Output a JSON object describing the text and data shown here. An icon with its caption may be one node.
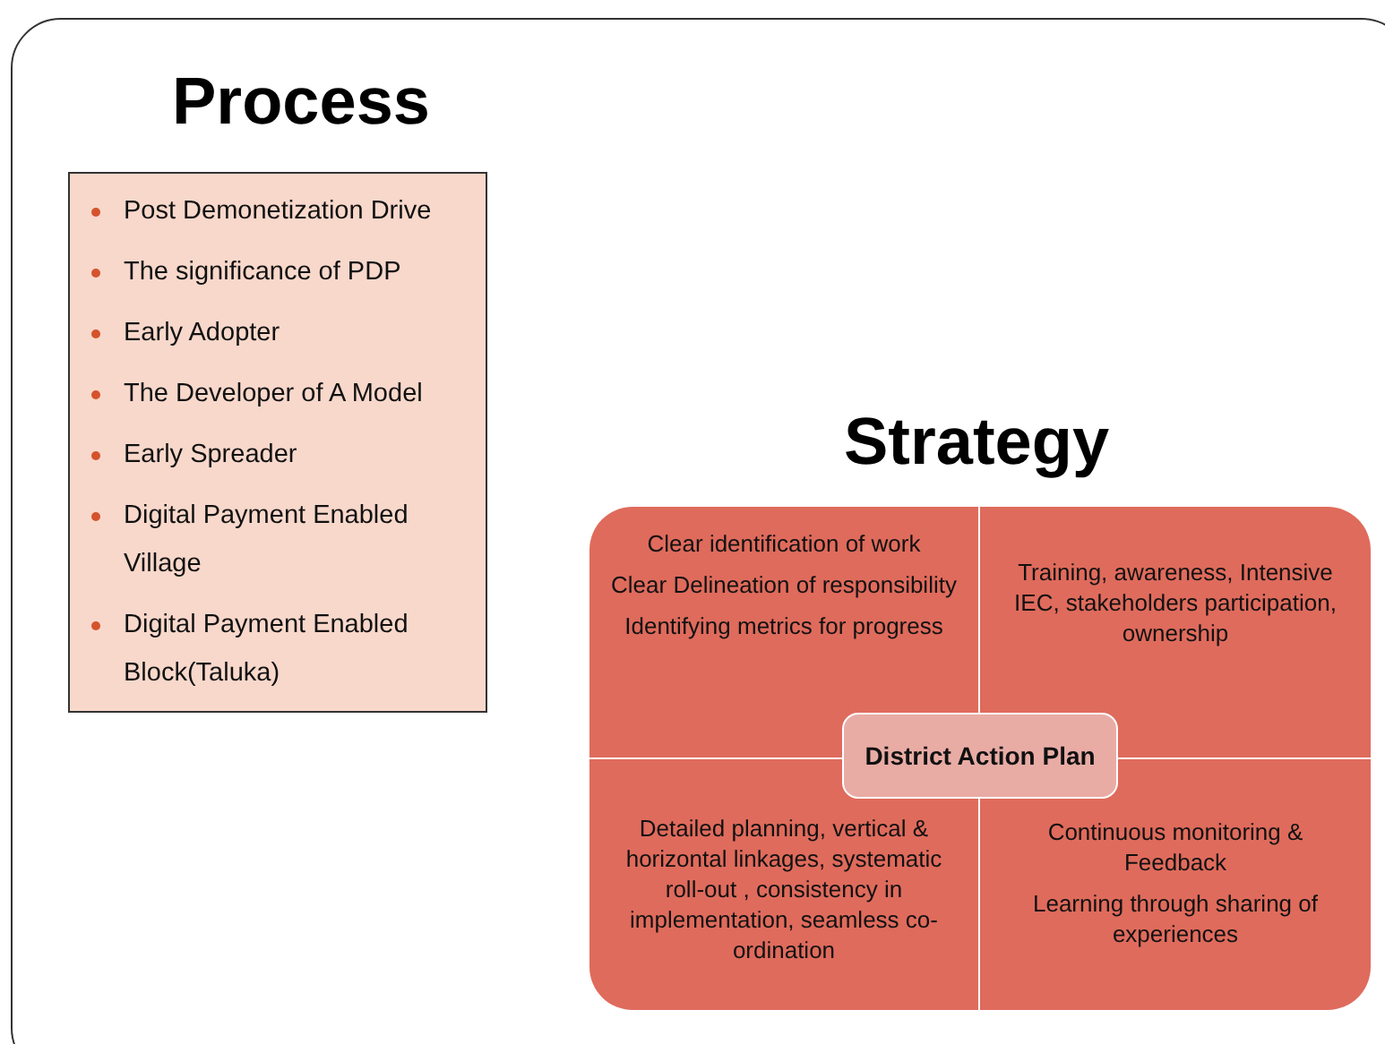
{
  "diagram": {
    "nodes": [
      {
        "text": [
          "Post Demonetization Drive",
          "The significance of PDP",
          "Early Adopter",
          "The Developer of A Model",
          "Early Spreader",
          "Digital Payment Enabled Village",
          "Digital Payment Enabled Block(Taluka)"
        ]
      },
      {
        "text": [
          "Clear identification of work",
          "Clear Delineation of responsibility",
          "Identifying metrics for progress"
        ]
      },
      {
        "text": [
          "Training, awareness, Intensive IEC, stakeholders participation, ownership"
        ]
      },
      {
        "text": [
          "Detailed planning, vertical & horizontal linkages, systematic roll-out , consistency in implementation, seamless co-ordination"
        ]
      },
      {
        "text": [
          "Continuous monitoring & Feedback",
          "Learning through sharing of experiences"
        ]
      },
      {
        "text": [
          "District Action Plan"
        ]
      }
    ],
    "labels": [
      "Process",
      "Strategy"
    ]
  }
}
